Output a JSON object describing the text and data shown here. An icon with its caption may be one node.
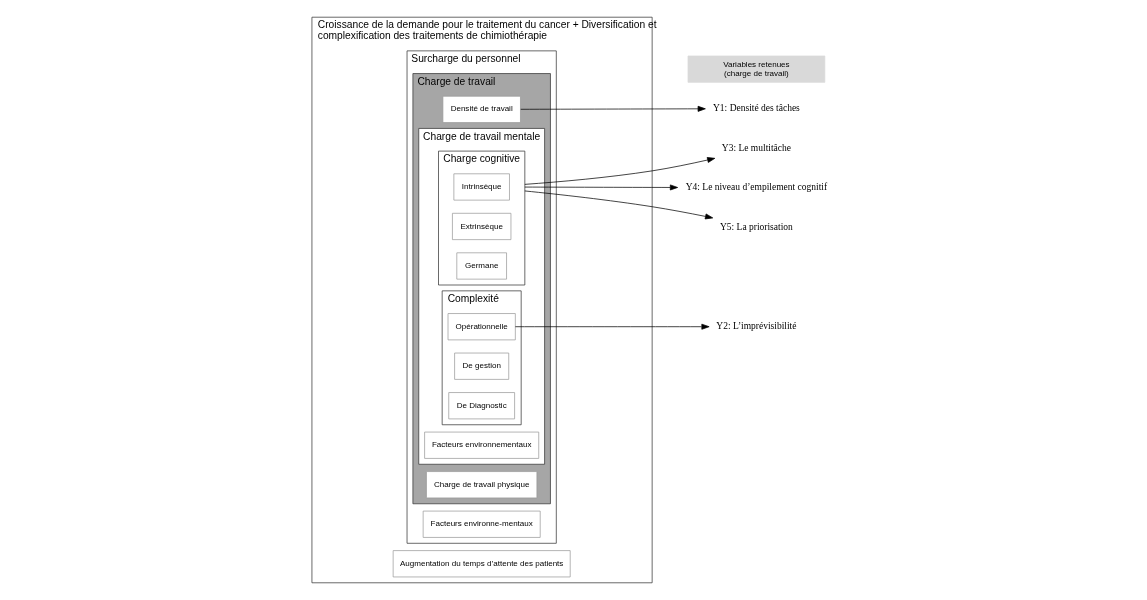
{
  "diagram": {
    "nodes": [
      {
        "text": [
          "Croissance de la demande pour le traitement du cancer + Diversification et complexification des traitements de chimiothérapie"
        ]
      },
      {
        "text": [
          "Augmentation du temps d’attente des patients"
        ],
        "in": 0
      },
      {
        "text": [
          "Surcharge du personnel"
        ],
        "in": 0
      },
      {
        "text": [
          "Facteurs environne-mentaux"
        ],
        "in": 2
      },
      {
        "text": [
          "Charge de travail"
        ],
        "in": 2
      },
      {
        "text": [
          "Densité de travail"
        ],
        "in": 4
      },
      {
        "text": [
          "Charge de travail physique"
        ],
        "in": 4
      },
      {
        "text": [
          "Charge de travail mentale"
        ],
        "in": 4
      },
      {
        "text": [
          "Charge cognitive"
        ],
        "in": 7
      },
      {
        "text": [
          "Intrinsèque"
        ],
        "in": 8
      },
      {
        "text": [
          "Extrinsèque"
        ],
        "in": 8
      },
      {
        "text": [
          "Germane"
        ],
        "in": 8
      },
      {
        "text": [
          "Complexité"
        ],
        "in": 7
      },
      {
        "text": [
          "Opérationnelle"
        ],
        "in": 12
      },
      {
        "text": [
          "De gestion"
        ],
        "in": 12
      },
      {
        "text": [
          "De Diagnostic"
        ],
        "in": 12
      },
      {
        "text": [
          "Facteurs environnementaux"
        ],
        "in": 7
      },
      {
        "text": [
          "Variables retenues",
          "(charge de travail)"
        ]
      },
      {
        "text": [
          "Y1: Densité des tâches"
        ]
      },
      {
        "text": [
          "Y3: Le multitâche"
        ]
      },
      {
        "text": [
          "Y4: Le niveau d’empilement cognitif"
        ]
      },
      {
        "text": [
          "Y5: La priorisation"
        ]
      },
      {
        "text": [
          "Y2: L’imprévisibilité"
        ]
      }
    ],
    "edges": [
      {
        "from": 5,
        "to": 18,
        "arrow": "to"
      },
      {
        "from": 8,
        "to": 19,
        "arrow": "to"
      },
      {
        "from": 8,
        "to": 20,
        "arrow": "to"
      },
      {
        "from": 8,
        "to": 21,
        "arrow": "to"
      },
      {
        "from": 13,
        "to": 22,
        "arrow": "to"
      }
    ]
  }
}
